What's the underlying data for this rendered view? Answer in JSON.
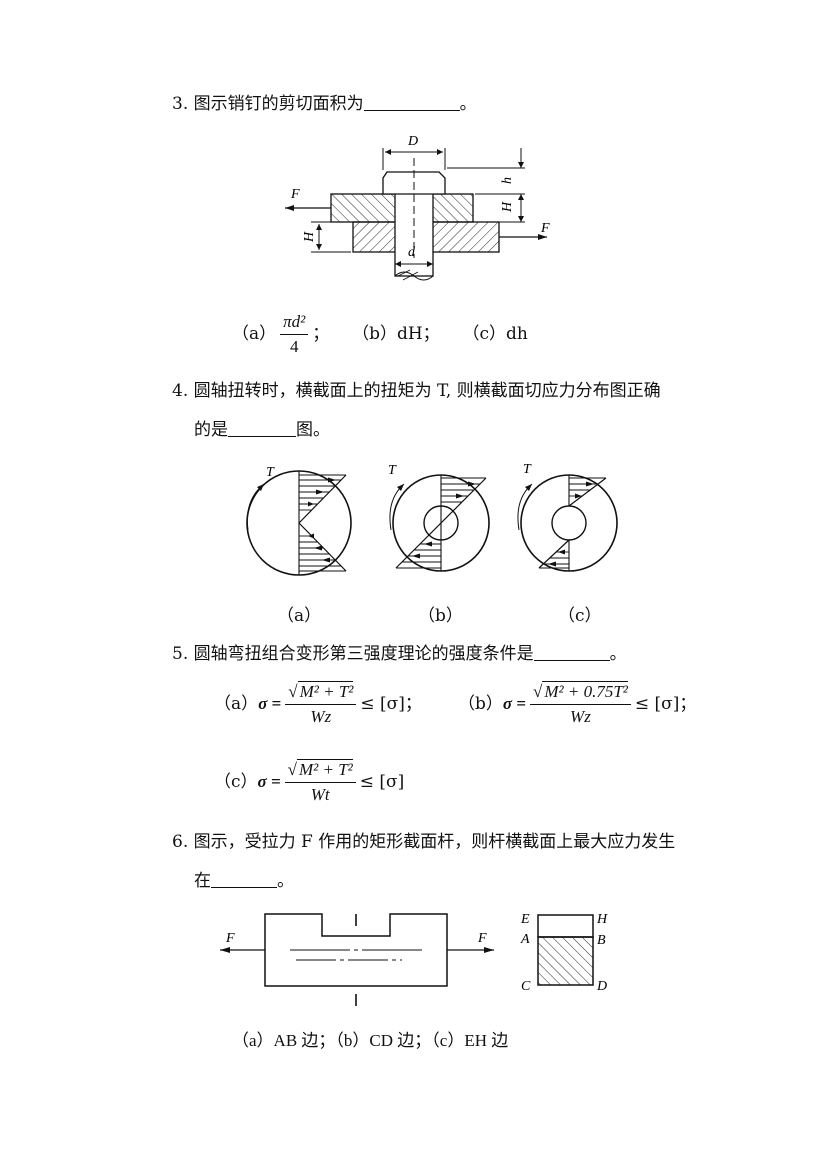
{
  "q3": {
    "text": "3. 图示销钉的剪切面积为",
    "end": "。",
    "fig": {
      "D": "D",
      "d": "d",
      "h": "h",
      "H": "H",
      "F": "F"
    },
    "opt_a_label": "（a）",
    "opt_a_num": "πd²",
    "opt_a_den": "4",
    "opt_a_sep": "；",
    "opt_b": "（b）dH；",
    "opt_c": "（c）dh"
  },
  "q4": {
    "line1": "4. 圆轴扭转时，横截面上的扭矩为 T, 则横截面切应力分布图正确",
    "line2": "的是",
    "line2_end": "图。",
    "fig": {
      "T": "T",
      "a": "（a）",
      "b": "（b）",
      "c": "（c）"
    }
  },
  "q5": {
    "text": "5. 圆轴弯扭组合变形第三强度理论的强度条件是",
    "end": "。",
    "a_label": "（a）",
    "b_label": "（b）",
    "c_label": "（c）",
    "a_num": "M² + T²",
    "b_num": "M² + 0.75T²",
    "c_num": "M² + T²",
    "a_den": "Wz",
    "b_den": "Wz",
    "c_den": "Wt",
    "sigma": "σ =",
    "le": "≤ [σ]",
    "sep": "；"
  },
  "q6": {
    "line1": "6. 图示，受拉力 F 作用的矩形截面杆，则杆横截面上最大应力发生",
    "line2": "在",
    "line2_end": "。",
    "fig": {
      "F": "F",
      "E": "E",
      "H": "H",
      "A": "A",
      "B": "B",
      "C": "C",
      "D": "D"
    },
    "options": "（a）AB 边；（b）CD 边；（c）EH 边"
  }
}
